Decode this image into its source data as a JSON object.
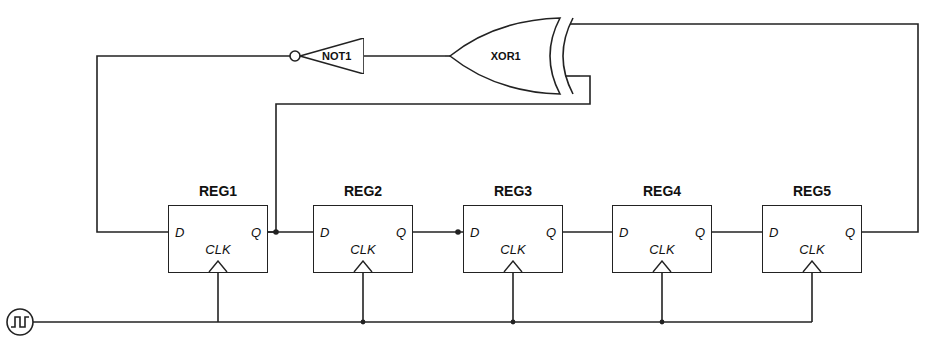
{
  "diagram": {
    "nodes": [
      {
        "text": [
          "NOT1"
        ]
      },
      {
        "text": [
          "XOR1"
        ]
      },
      {
        "text": [
          "REG1",
          "D",
          "Q",
          "CLK"
        ]
      },
      {
        "text": [
          "REG2",
          "D",
          "Q",
          "CLK"
        ]
      },
      {
        "text": [
          "REG3",
          "D",
          "Q",
          "CLK"
        ]
      },
      {
        "text": [
          "REG4",
          "D",
          "Q",
          "CLK"
        ]
      },
      {
        "text": [
          "REG5",
          "D",
          "Q",
          "CLK"
        ]
      }
    ],
    "edges": [
      {
        "from": 2,
        "to": 3,
        "arrow": "none"
      },
      {
        "from": 3,
        "to": 4,
        "arrow": "none"
      },
      {
        "from": 4,
        "to": 5,
        "arrow": "none"
      },
      {
        "from": 5,
        "to": 6,
        "arrow": "none"
      },
      {
        "from": 6,
        "to": 1,
        "arrow": "none"
      },
      {
        "from": 2,
        "to": 1,
        "arrow": "none"
      },
      {
        "from": 1,
        "to": 0,
        "arrow": "none"
      },
      {
        "from": 0,
        "to": 2,
        "arrow": "none"
      }
    ]
  }
}
